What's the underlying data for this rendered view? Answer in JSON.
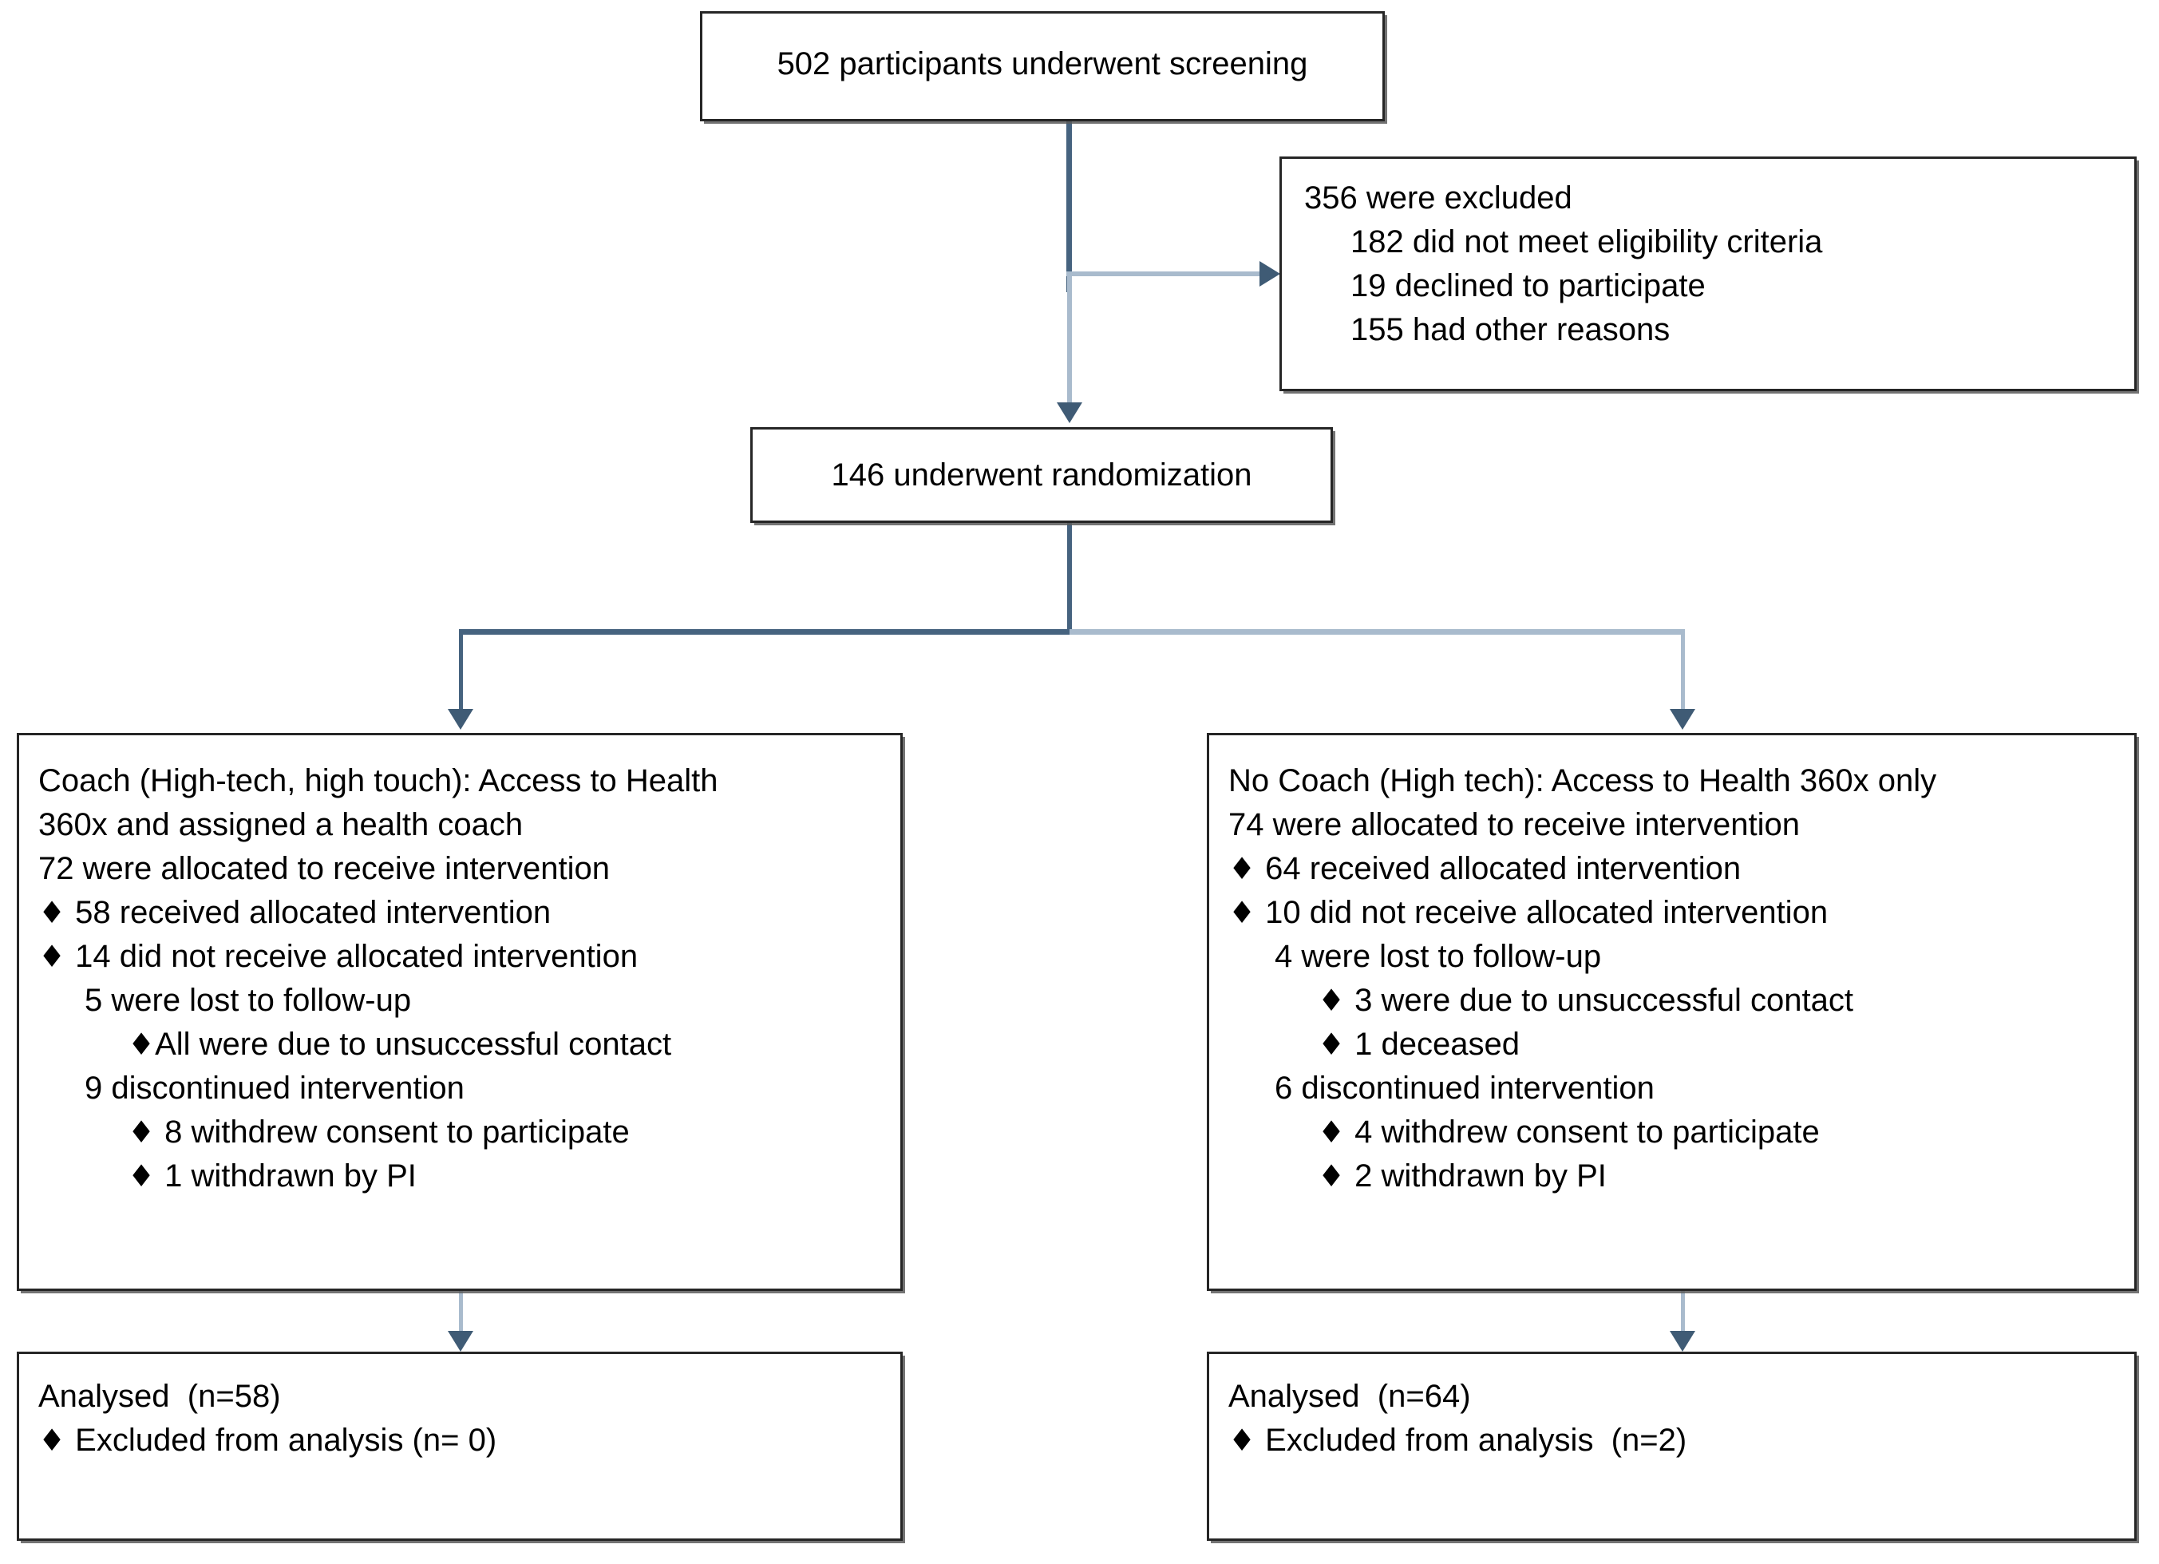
{
  "diagram": {
    "title": "CONSORT participant flow diagram",
    "connector_color": "#46637f",
    "connector_color_light": "#a9bbcd",
    "box_border_color": "#262626",
    "bullet_glyph": "♦"
  },
  "screening_box": {
    "text": "502 participants underwent screening"
  },
  "excluded_box": {
    "heading": "356 were excluded",
    "reasons": [
      "182 did not meet eligibility criteria",
      "19 declined to participate",
      "155 had other reasons"
    ]
  },
  "randomization_box": {
    "text": "146 underwent randomization"
  },
  "arms": [
    {
      "id": "coach",
      "allocation_lines": [
        {
          "text": "Coach (High-tech, high touch): Access to Health",
          "indent": 0,
          "bullet": false
        },
        {
          "text": "360x and assigned a health coach",
          "indent": 0,
          "bullet": false
        },
        {
          "text": "72 were allocated to receive intervention",
          "indent": 0,
          "bullet": false
        },
        {
          "text": "58 received allocated intervention",
          "indent": 0,
          "bullet": true
        },
        {
          "text": "14 did not receive allocated intervention",
          "indent": 0,
          "bullet": true
        },
        {
          "text": "5 were lost to follow-up",
          "indent": 1,
          "bullet": false
        },
        {
          "text": "All were due to unsuccessful contact",
          "indent": 2,
          "bullet": true,
          "tight": true
        },
        {
          "text": "9 discontinued intervention",
          "indent": 1,
          "bullet": false
        },
        {
          "text": "8 withdrew consent to participate",
          "indent": 2,
          "bullet": true
        },
        {
          "text": "1 withdrawn by PI",
          "indent": 2,
          "bullet": true
        }
      ],
      "analysed_lines": [
        {
          "text": "Analysed  (n=58)",
          "indent": 0,
          "bullet": false
        },
        {
          "text": "Excluded from analysis (n= 0)",
          "indent": 0,
          "bullet": true
        }
      ]
    },
    {
      "id": "no-coach",
      "allocation_lines": [
        {
          "text": "No Coach (High tech): Access to Health 360x only",
          "indent": 0,
          "bullet": false
        },
        {
          "text": "74 were allocated to receive intervention",
          "indent": 0,
          "bullet": false
        },
        {
          "text": "64 received allocated intervention",
          "indent": 0,
          "bullet": true
        },
        {
          "text": "10 did not receive allocated intervention",
          "indent": 0,
          "bullet": true
        },
        {
          "text": "4 were lost to follow-up",
          "indent": 1,
          "bullet": false
        },
        {
          "text": "3 were due to unsuccessful contact",
          "indent": 2,
          "bullet": true
        },
        {
          "text": "1 deceased",
          "indent": 2,
          "bullet": true
        },
        {
          "text": "6 discontinued intervention",
          "indent": 1,
          "bullet": false
        },
        {
          "text": "4 withdrew consent to participate",
          "indent": 2,
          "bullet": true
        },
        {
          "text": "2 withdrawn by PI",
          "indent": 2,
          "bullet": true
        }
      ],
      "analysed_lines": [
        {
          "text": "Analysed  (n=64)",
          "indent": 0,
          "bullet": false
        },
        {
          "text": "Excluded from analysis  (n=2)",
          "indent": 0,
          "bullet": true
        }
      ]
    }
  ]
}
